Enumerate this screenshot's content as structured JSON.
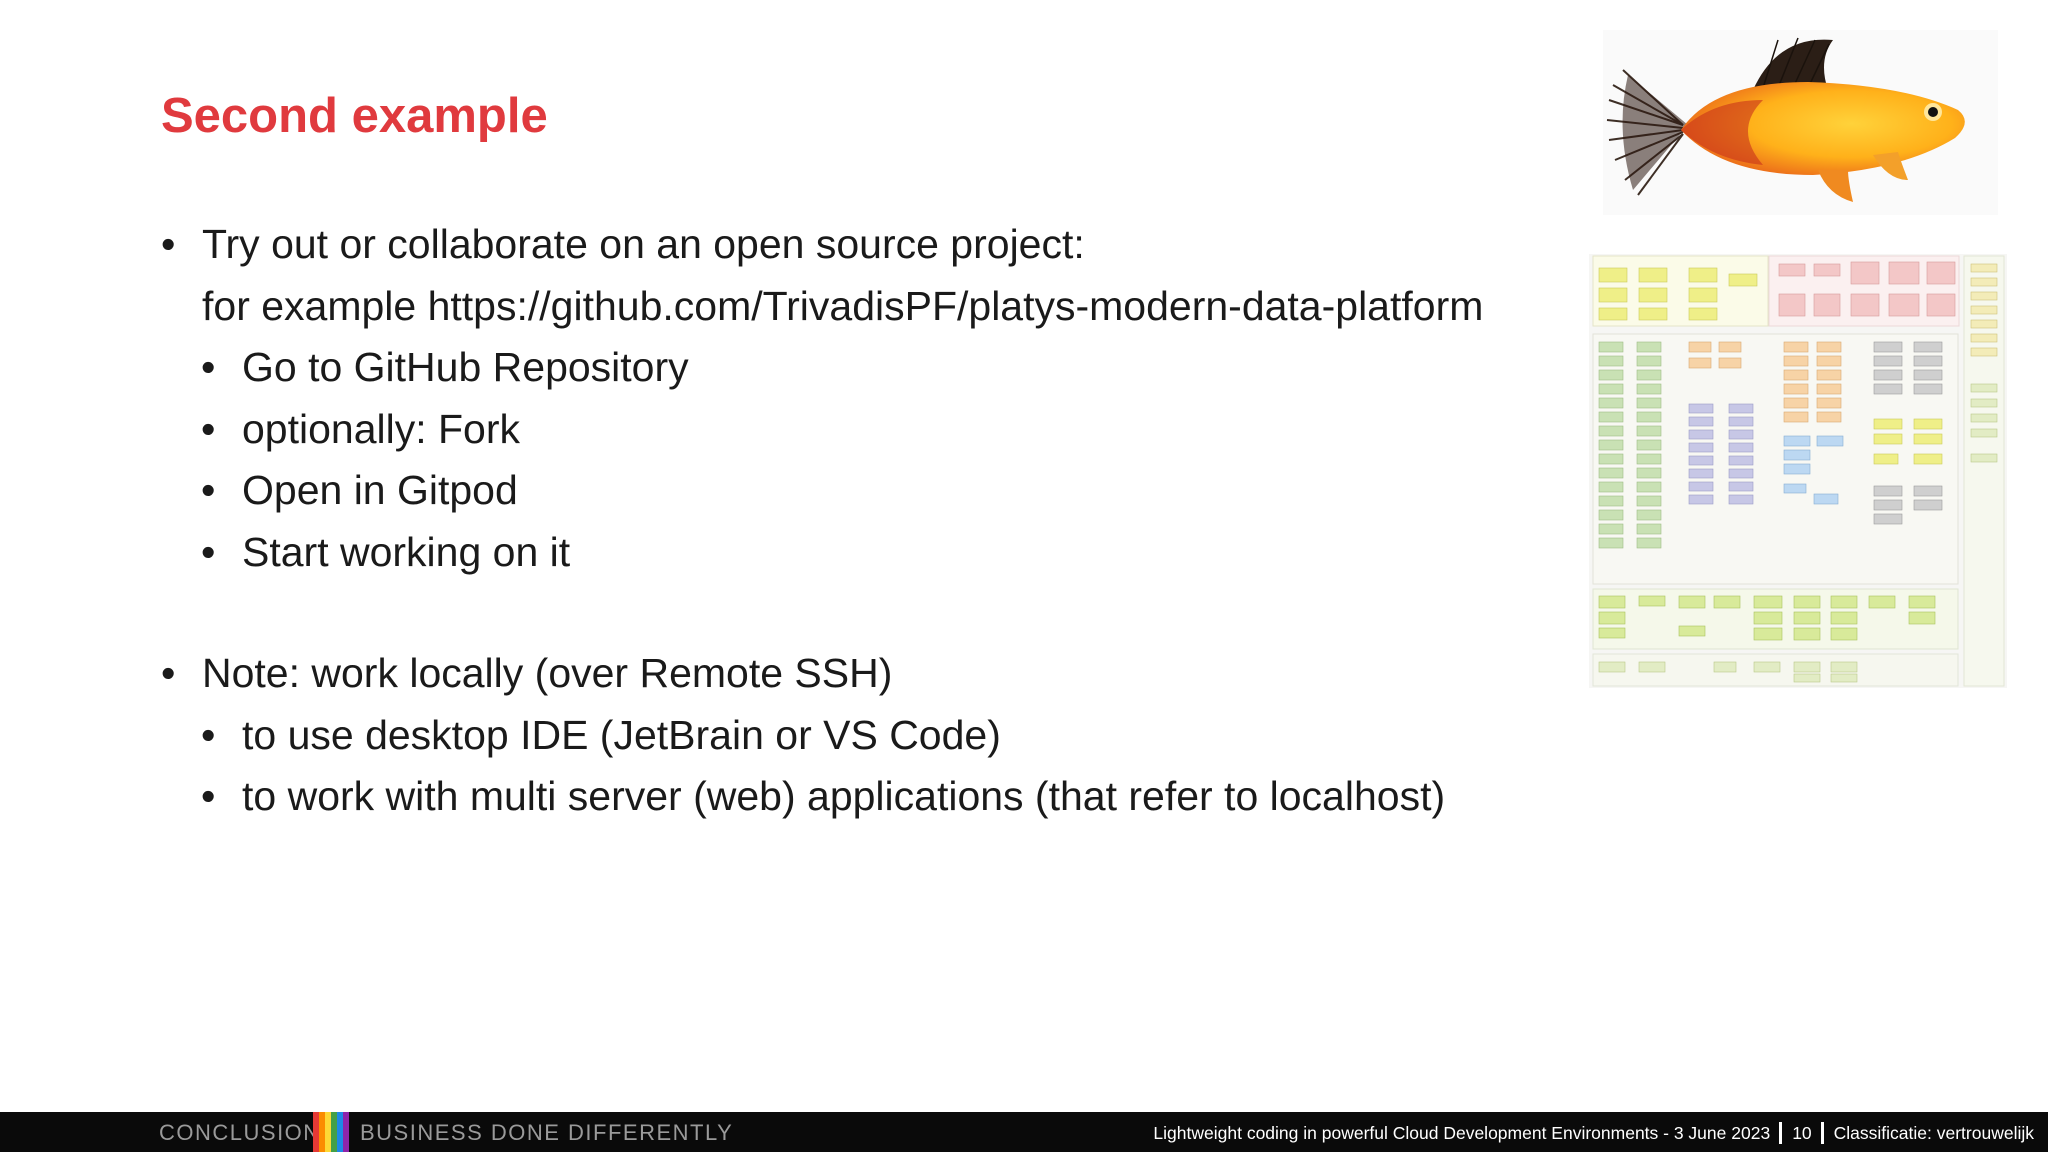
{
  "slide": {
    "title": "Second example",
    "bullet_glyph": "•",
    "bullets_group_1": {
      "main": "Try out or collaborate on an open source project:",
      "main_continuation": "for example https://github.com/TrivadisPF/platys-modern-data-platform",
      "sub": [
        "Go to GitHub Repository",
        "optionally: Fork",
        "Open in Gitpod",
        "Start working on it"
      ]
    },
    "bullets_group_2": {
      "main": "Note: work locally (over Remote SSH)",
      "sub": [
        "to use desktop IDE (JetBrain or VS Code)",
        "to work with multi server (web) applications (that refer to localhost)"
      ]
    },
    "images": {
      "fish": "platy-fish-image",
      "diagram": "platform-architecture-diagram-image"
    }
  },
  "footer": {
    "brand_left": "CONCLUSION",
    "brand_right": "BUSINESS DONE DIFFERENTLY",
    "stripe_colors": [
      "#e53935",
      "#fb8c00",
      "#fdd835",
      "#43a047",
      "#1e88e5",
      "#8e24aa"
    ],
    "presentation_info": "Lightweight coding in powerful Cloud Development Environments - 3 June 2023",
    "page_number": "10",
    "classification": "Classificatie: vertrouwelijk"
  }
}
